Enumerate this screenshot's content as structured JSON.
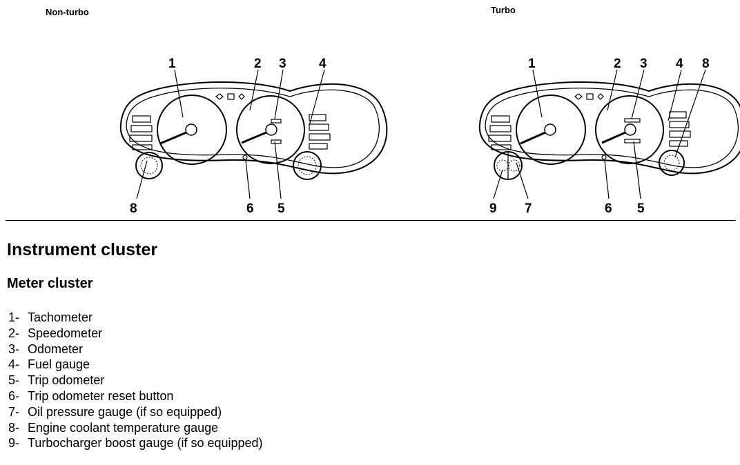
{
  "diagrams": {
    "non_turbo": {
      "label": "Non-turbo",
      "callouts": [
        "1",
        "2",
        "3",
        "4",
        "8",
        "6",
        "5"
      ]
    },
    "turbo": {
      "label": "Turbo",
      "callouts": [
        "1",
        "2",
        "3",
        "4",
        "8",
        "9",
        "7",
        "6",
        "5"
      ]
    }
  },
  "section": {
    "title": "Instrument cluster",
    "subtitle": "Meter cluster"
  },
  "legend": [
    {
      "num": "1-",
      "text": "Tachometer"
    },
    {
      "num": "2-",
      "text": "Speedometer"
    },
    {
      "num": "3-",
      "text": "Odometer"
    },
    {
      "num": "4-",
      "text": "Fuel gauge"
    },
    {
      "num": "5-",
      "text": "Trip odometer"
    },
    {
      "num": "6-",
      "text": "Trip odometer reset button"
    },
    {
      "num": "7-",
      "text": "Oil pressure gauge (if so equipped)"
    },
    {
      "num": "8-",
      "text": "Engine coolant temperature gauge"
    },
    {
      "num": "9-",
      "text": "Turbocharger boost gauge (if so equipped)"
    }
  ]
}
